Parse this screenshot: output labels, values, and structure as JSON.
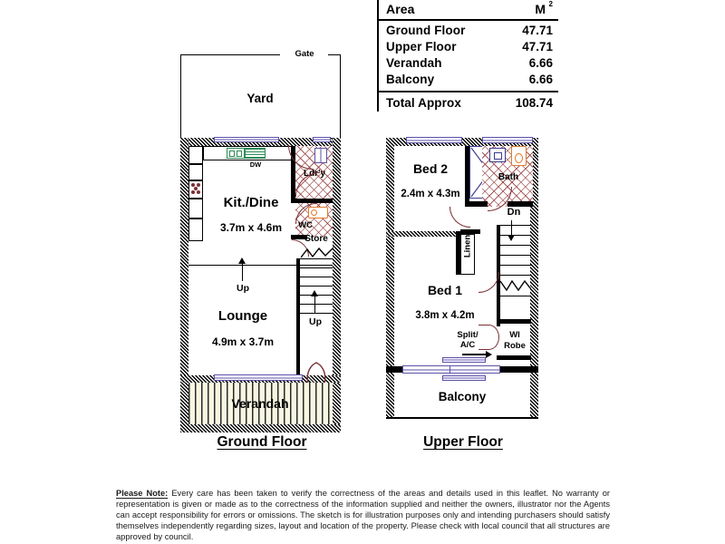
{
  "area_table": {
    "header": {
      "label": "Area",
      "unit": "M",
      "unit_sup": "2"
    },
    "rows": [
      {
        "label": "Ground Floor",
        "value": "47.71"
      },
      {
        "label": "Upper Floor",
        "value": "47.71"
      },
      {
        "label": "Verandah",
        "value": "6.66"
      },
      {
        "label": "Balcony",
        "value": "6.66"
      }
    ],
    "total": {
      "label": "Total Approx",
      "value": "108.74"
    }
  },
  "ground_floor": {
    "title": "Ground Floor",
    "gate_label": "Gate",
    "rooms": [
      {
        "name": "Yard",
        "dim": ""
      },
      {
        "name": "Kit./Dine",
        "dim": "3.7m x 4.6m"
      },
      {
        "name": "Lounge",
        "dim": "4.9m x 3.7m"
      },
      {
        "name": "Verandah",
        "dim": ""
      }
    ],
    "labels": {
      "dishwasher": "DW",
      "laundry": "Ldr'y",
      "wc": "WC",
      "store": "Store",
      "up_lounge": "Up",
      "up_stair": "Up"
    }
  },
  "upper_floor": {
    "title": "Upper Floor",
    "rooms": [
      {
        "name": "Bed 2",
        "dim": "2.4m x 4.3m"
      },
      {
        "name": "Bed 1",
        "dim": "3.8m x 4.2m"
      },
      {
        "name": "Balcony",
        "dim": ""
      }
    ],
    "labels": {
      "bath": "Bath",
      "linen": "Linen",
      "down": "Dn",
      "split_ac_line1": "Split/",
      "split_ac_line2": "A/C",
      "wi_robe_line1": "WI",
      "wi_robe_line2": "Robe"
    }
  },
  "disclaimer": {
    "heading": "Please Note:",
    "text": "Every care has been taken to verify the correctness of the areas and details used in this  leaflet.  No warranty or  representation is  given or made as to the correctness of the information supplied and   neither the  owners,  illustrator nor the  Agents can  accept  responsibility  for  errors or  omissions.  The  sketch is for illustration  purposes  only and  intending purchasers should satisfy themselves independently regarding  sizes, layout  and  location of the property. Please check  with local council that all structures are approved by council."
  },
  "colors": {
    "wall": "#000000",
    "window": "#5b50a8",
    "door_swing": "#7b2f35",
    "tile_hatch": "#963c3c",
    "sink": "#2e8b57",
    "fixture": "#e07a30",
    "verandah": "#f7f6e2"
  }
}
